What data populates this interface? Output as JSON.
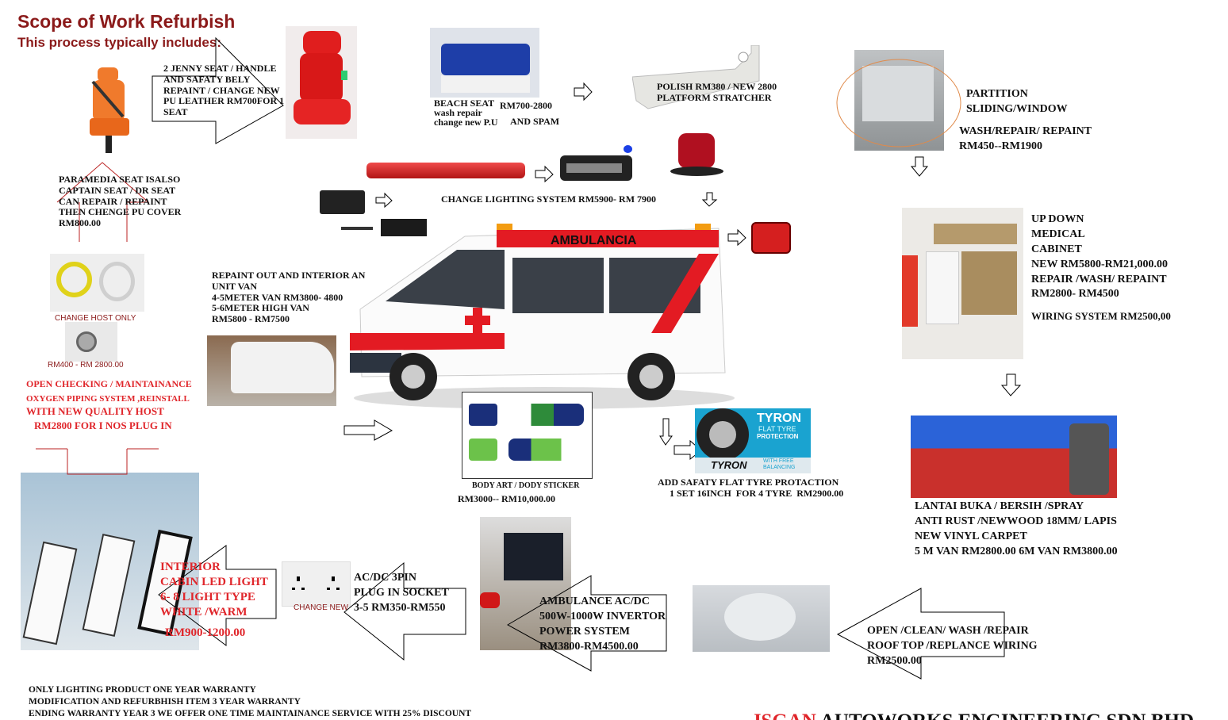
{
  "header": {
    "title": "Scope of Work Refurbish",
    "subtitle": "This process typically includes:",
    "title_color": "#8b1a1a"
  },
  "items": {
    "jenny_seat": "2 JENNY SEAT / HANDLE\nAND SAFATY BELY\nREPAINT / CHANGE NEW\nPU LEATHER RM700FOR 1\nSEAT",
    "paramedic_seat": "PARAMEDIA SEAT ISALSO\nCAPTAIN SEAT / DR  SEAT\nCAN REPAIR / REPAINT\nTHEN CHENGE PU COVER\nRM800.00",
    "beach_seat_left": "BEACH SEAT\nwash repair\nchange new P.U",
    "beach_seat_price": "RM700-2800",
    "beach_seat_extra": "AND SPAM",
    "stretcher": "POLISH RM380  / NEW 2800\nPLATFORM STRATCHER",
    "partition_title": "PARTITION\nSLIDING/WINDOW",
    "partition_price": "WASH/REPAIR/ REPAINT\nRM450--RM1900",
    "cabinet": "UP DOWN\nMEDICAL\n CABINET\nNEW RM5800-RM21,000.00\nREPAIR /WASH/ REPAINT\nRM2800- RM4500",
    "wiring": "WIRING  SYSTEM   RM2500,00",
    "lighting": "CHANGE  LIGHTING SYSTEM  RM5900-  RM 7900",
    "repaint": "REPAINT  OUT AND INTERIOR AN\nUNIT VAN\n4-5METER VAN  RM3800-  4800\n5-6METER  HIGH VAN\nRM5800  -  RM7500",
    "hose_label": "CHANGE  HOST  ONLY",
    "hose_price": "RM400  -  RM 2800.00",
    "oxygen_line1": "OPEN CHECKING / MAINTAINANCE",
    "oxygen_line2": "OXYGEN PIPING SYSTEM ,REINSTALL",
    "oxygen_line3": "WITH NEW  QUALITY HOST",
    "oxygen_line4": "RM2800  FOR  I NOS  PLUG IN",
    "body_art_title": "BODY ART / DODY STICKER",
    "body_art_price": "RM3000-- RM10,000.00",
    "tyre": "ADD SAFATY FLAT TYRE PROTACTION\n     1 SET 16INCH  FOR 4 TYRE  RM2900.00",
    "tyron_brand": "TYRON",
    "tyron_sub1": "FLAT TYRE",
    "tyron_sub2": "PROTECTION",
    "tyron_balancing": "WITH FREE\nBALANCING",
    "floor": "LANTAI  BUKA  / BERSIH  /SPRAY\nANTI RUST  /NEWWOOD   18MM/ LAPIS\nNEW VINYL CARPET\n5 M VAN  RM2800.00  6M VAN RM3800.00",
    "roof": "OPEN /CLEAN/ WASH  /REPAIR\nROOF TOP /REPLANCE WIRING\n        RM2500.00",
    "inverter": "AMBULANCE AC/DC\n 500W-1000W INVERTOR\nPOWER  SYSTEM\nRM3800-RM4500.00",
    "socket": "AC/DC 3PIN\nPLUG IN SOCKET\n3-5   RM350-RM550",
    "socket_label": "CHANGE NEW",
    "led": "INTERIOR\nCABIN  LED LIGHT\n6- 8 LIGHT TYPE\n WHITE /WARM",
    "led_price": "RM900-1200.00",
    "ambulance_text": "AMBULANCIA"
  },
  "footer": {
    "warranty_1": "ONLY LIGHTING PRODUCT ONE YEAR WARRANTY",
    "warranty_2": "MODIFICATION AND REFURBHISH ITEM 3 YEAR WARRANTY",
    "warranty_3": "ENDING  WARRANTY  YEAR 3   WE OFFER   ONE  TIME  MAINTAINANCE SERVICE  WITH  25% DISCOUNT",
    "company_prefix": "JSGAN",
    "company_rest": " AUTOWORKS ENGINEERING SDN BHD",
    "accent": "#e0262b"
  }
}
